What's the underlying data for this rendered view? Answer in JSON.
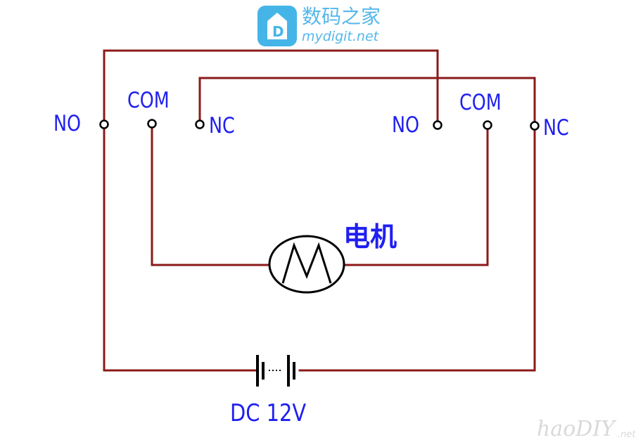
{
  "diagram": {
    "left_relay": {
      "no_label": "NO",
      "com_label": "COM",
      "nc_label": "NC"
    },
    "right_relay": {
      "no_label": "NO",
      "com_label": "COM",
      "nc_label": "NC"
    },
    "motor": {
      "label": "电机",
      "symbol": "M"
    },
    "battery": {
      "label": "DC 12V"
    },
    "colors": {
      "wire": "#8b1a1a",
      "label": "#1f1ff0",
      "symbol": "#000000"
    }
  },
  "watermark_top": {
    "name": "数码之家",
    "url": "mydigit.net",
    "icon": "house-d-logo-icon"
  },
  "watermark_bottom": {
    "name": "haoDIY",
    "suffix": ".net"
  }
}
